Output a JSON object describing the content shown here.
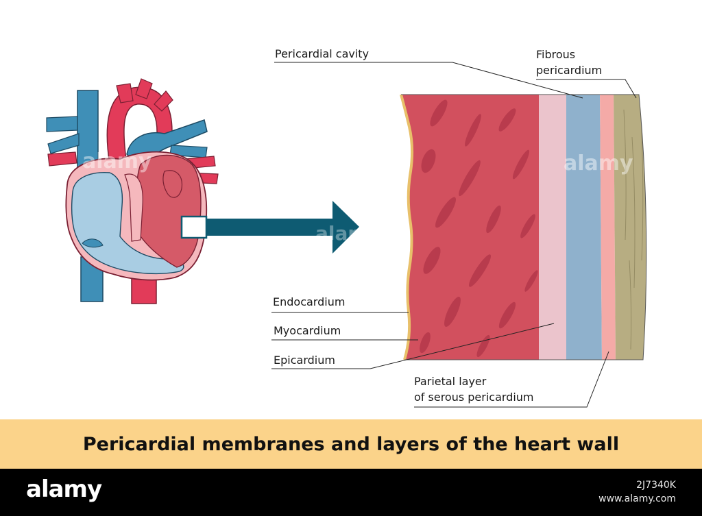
{
  "labels": {
    "pericardial_cavity": "Pericardial cavity",
    "fibrous_line1": "Fibrous",
    "fibrous_line2": "pericardium",
    "endocardium": "Endocardium",
    "myocardium": "Myocardium",
    "epicardium": "Epicardium",
    "parietal_line1": "Parietal layer",
    "parietal_line2": "of serous pericardium"
  },
  "title": "Pericardial membranes and layers of the heart wall",
  "footer": {
    "brand": "alamy",
    "image_id": "2J7340K",
    "site": "www.alamy.com"
  },
  "watermark": "alamy",
  "colors": {
    "myocardium": "#d2505e",
    "epicardium": "#ebc4cc",
    "pericardial_cavity": "#8fb1cc",
    "parietal_layer": "#f4aaa7",
    "fibrous_pericardium": "#b7ad82",
    "endocardium": "#e8c06a",
    "vein_blue": "#3f8fb7",
    "artery_red": "#e23b59",
    "arrow": "#0e5b72",
    "title_band": "#fbd38a"
  }
}
